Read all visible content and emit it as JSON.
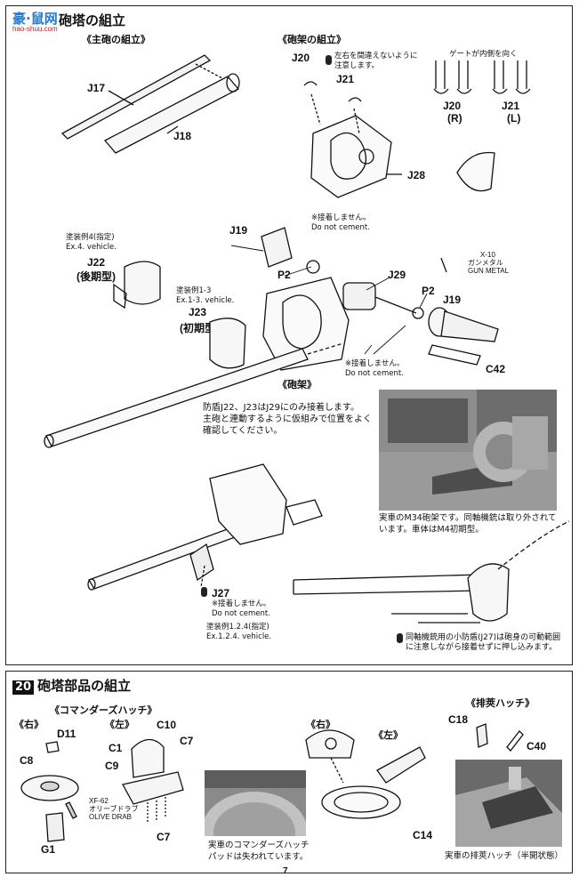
{
  "header": {
    "logo_text": "豪·鼠网",
    "logo_sub": "hao-shuu.com",
    "section_title": "砲塔の組立",
    "step_number": "20",
    "step_title": "砲塔部品の組立"
  },
  "main_gun": {
    "subtitle": "《主砲の組立》",
    "labels": [
      "J17",
      "J18"
    ]
  },
  "gun_mount": {
    "subtitle": "《砲架の組立》",
    "labels": [
      "J20",
      "J21",
      "J28"
    ],
    "note_jp": "左右を間違えないように",
    "note_jp2": "注意します。",
    "gate_note": "ゲートが内側を向く",
    "left_right": [
      "J20",
      "(R)",
      "J21",
      "(L)"
    ]
  },
  "assembly": {
    "j19": "J19",
    "p2a": "P2",
    "p2b": "P2",
    "j19b": "J19",
    "j29": "J29",
    "c42": "C42",
    "no_cement_jp": "※接着しません。",
    "no_cement_en": "Do not cement.",
    "no_cement2_jp": "※接着しません。",
    "no_cement2_en": "Do not cement.",
    "x10_line1": "X-10",
    "x10_line2": "ガンメタル",
    "x10_line3": "GUN METAL",
    "mount_label": "《砲架》"
  },
  "mantlet": {
    "j22_note_jp": "塗装例4(指定)",
    "j22_note_en": "Ex.4. vehicle.",
    "j22": "J22",
    "j22_type": "(後期型)",
    "j23_note_jp": "塗装例1-3",
    "j23_note_en": "Ex.1-3. vehicle.",
    "j23": "J23",
    "j23_type": "(初期型)",
    "instr1": "防盾J22、J23はJ29にのみ接着します。",
    "instr2": "主砲と連動するように仮組みで位置をよく",
    "instr3": "確認してください。"
  },
  "photo1": {
    "caption1": "実車のM34砲架です。同軸機銃は取り外されて",
    "caption2": "います。車体はM4初期型。"
  },
  "lower": {
    "j27": "J27",
    "no_cement_jp": "※接着しません。",
    "no_cement_en": "Do not cement.",
    "paint_jp": "塗装例1.2.4(指定)",
    "paint_en": "Ex.1.2.4. vehicle.",
    "bottom_note1": "同軸機銃用の小防盾(J27)は砲身の可動範囲",
    "bottom_note2": "に注意しながら接着せずに押し込みます。"
  },
  "step20": {
    "commander_subtitle": "《コマンダーズハッチ》",
    "right": "《右》",
    "left": "《左》",
    "labels": [
      "D11",
      "C8",
      "C10",
      "C1",
      "C9",
      "C7",
      "C7",
      "G1"
    ],
    "paint1": "XF-62",
    "paint2": "オリーブドラブ",
    "paint3": "OLIVE DRAB",
    "photo_caption1": "実車のコマンダーズハッチ",
    "photo_caption2": "パッドは失われています。",
    "right2": "《右》",
    "left2": "《左》",
    "c14": "C14",
    "ejector_subtitle": "《排莢ハッチ》",
    "c18": "C18",
    "c40": "C40",
    "photo2_caption": "実車の排莢ハッチ（半開状態）"
  },
  "page_number": "7",
  "colors": {
    "ink": "#111111",
    "photo": "#7a7a7a",
    "logo_blue": "#2a7ad1",
    "logo_red": "#b5202a"
  }
}
